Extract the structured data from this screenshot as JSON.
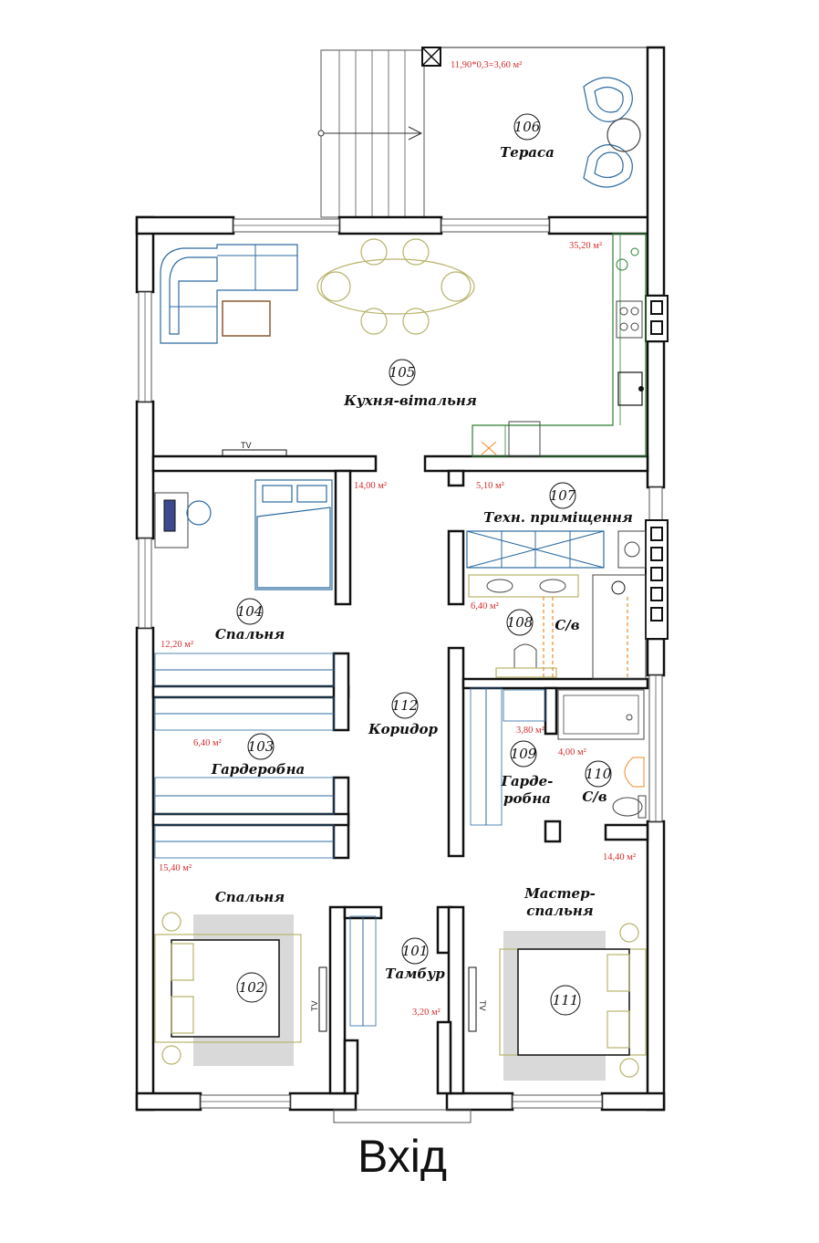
{
  "rooms": [
    {
      "id": "r101",
      "number": "101",
      "name": "Тамбур",
      "area": "3,20 м²"
    },
    {
      "id": "r102",
      "number": "102",
      "name": "Спальня",
      "area": "15,40 м²"
    },
    {
      "id": "r103",
      "number": "103",
      "name": "Гардеробна",
      "area": "6,40 м²"
    },
    {
      "id": "r104",
      "number": "104",
      "name": "Спальня",
      "area": "12,20 м²"
    },
    {
      "id": "r105",
      "number": "105",
      "name": "Кухня-вітальня",
      "area": "35,20 м²"
    },
    {
      "id": "r106",
      "number": "106",
      "name": "Тераса",
      "area": "11,90*0,3=3,60 м²"
    },
    {
      "id": "r107",
      "number": "107",
      "name": "Техн. приміщення",
      "area": "5,10 м²"
    },
    {
      "id": "r108",
      "number": "108",
      "name": "С/в",
      "area": "6,40 м²"
    },
    {
      "id": "r109",
      "number": "109",
      "name_line1": "Гарде-",
      "name_line2": "робна",
      "area": "3,80 м²"
    },
    {
      "id": "r110",
      "number": "110",
      "name": "С/в",
      "area": "4,00 м²"
    },
    {
      "id": "r111",
      "number": "111",
      "name_line1": "Мастер-",
      "name_line2": "спальня",
      "area": "14,40 м²"
    },
    {
      "id": "r112",
      "number": "112",
      "name": "Коридор",
      "area": "14,00 м²"
    }
  ],
  "tv_label": "TV",
  "entrance_label": "Вхід",
  "colors": {
    "wall": "#111111",
    "area_text": "#d32f2f",
    "furniture_blue": "#2c6aa0",
    "furniture_olive": "#b7b36a",
    "kitchen_green": "#2e7d32",
    "plumbing_orange": "#f08a24"
  }
}
